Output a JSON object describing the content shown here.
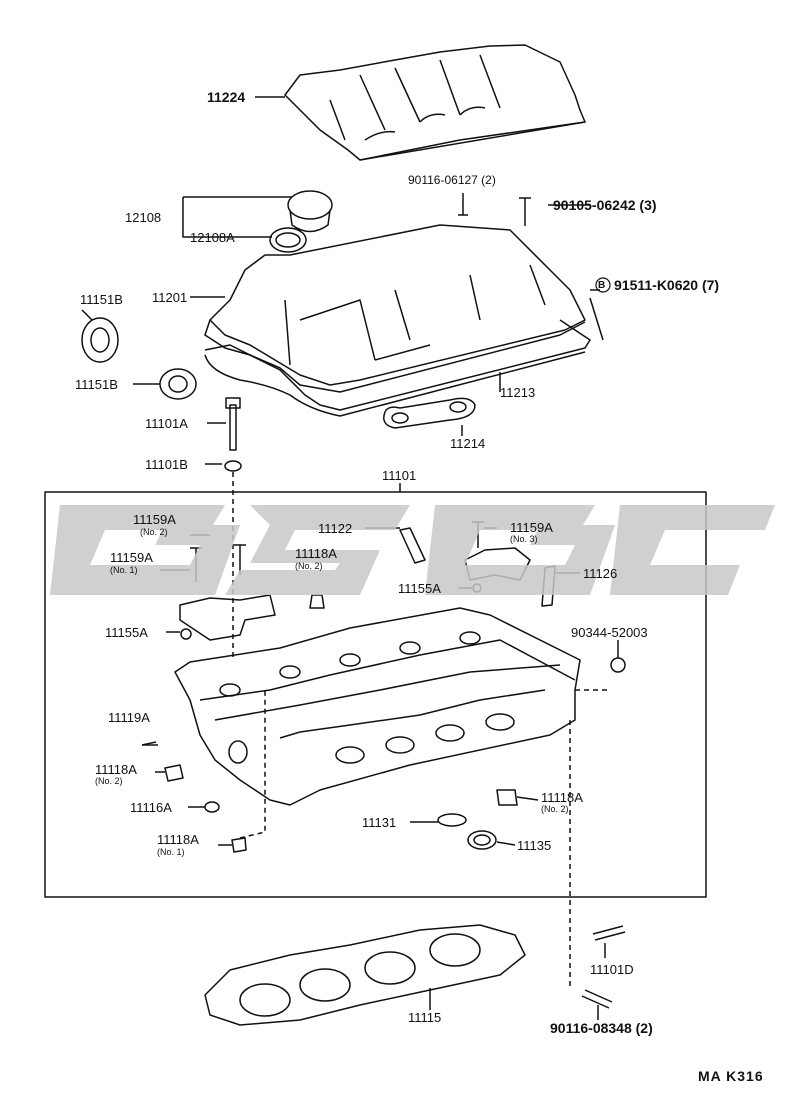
{
  "diagram": {
    "code": "MA  K316",
    "parts": [
      {
        "id": "11224",
        "bold": true
      },
      {
        "id": "12108"
      },
      {
        "id": "12108A"
      },
      {
        "id": "90116-06127 (2)"
      },
      {
        "id": "90105-06242 (3)",
        "bold": true
      },
      {
        "id": "91511-K0620 (7)",
        "bold": true,
        "marker": "B"
      },
      {
        "id": "11151B"
      },
      {
        "id": "11201"
      },
      {
        "id": "11151B"
      },
      {
        "id": "11213"
      },
      {
        "id": "11214"
      },
      {
        "id": "11101A"
      },
      {
        "id": "11101B"
      },
      {
        "id": "11101"
      },
      {
        "id": "11159A",
        "note": "(No. 2)"
      },
      {
        "id": "11122"
      },
      {
        "id": "11159A",
        "note": "(No. 3)"
      },
      {
        "id": "11159A",
        "note": "(No. 1)"
      },
      {
        "id": "11118A",
        "note": "(No. 2)"
      },
      {
        "id": "11155A"
      },
      {
        "id": "11126"
      },
      {
        "id": "11155A"
      },
      {
        "id": "90344-52003"
      },
      {
        "id": "11119A"
      },
      {
        "id": "11118A",
        "note": "(No. 2)"
      },
      {
        "id": "11118A",
        "note": "(No. 2)"
      },
      {
        "id": "11116A"
      },
      {
        "id": "11131"
      },
      {
        "id": "11135"
      },
      {
        "id": "11118A",
        "note": "(No. 1)"
      },
      {
        "id": "11101D"
      },
      {
        "id": "11115"
      },
      {
        "id": "90116-08348 (2)",
        "bold": true
      }
    ]
  }
}
